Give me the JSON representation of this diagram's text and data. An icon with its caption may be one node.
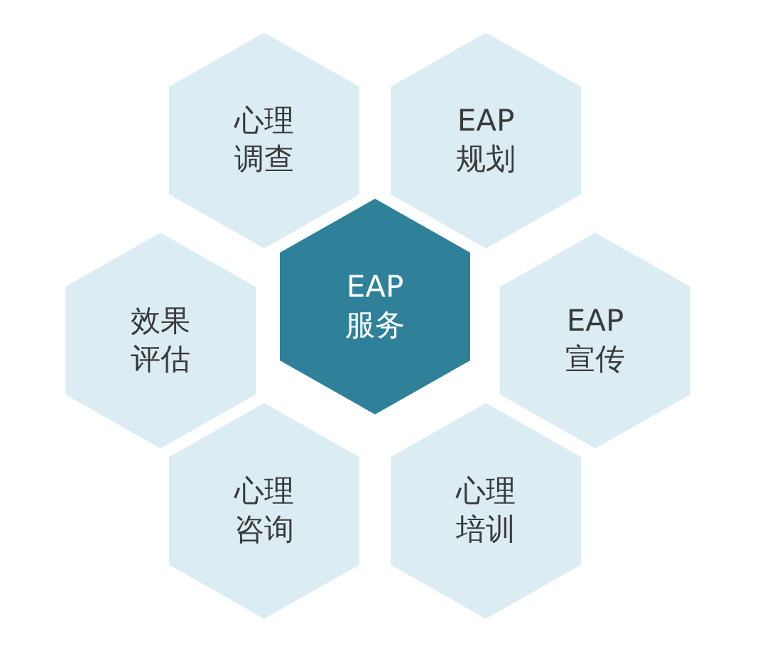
{
  "diagram": {
    "nodes": [
      {
        "text": [
          "心理调查"
        ]
      },
      {
        "text": [
          "EAP规划"
        ]
      },
      {
        "text": [
          "效果评估"
        ]
      },
      {
        "text": [
          "EAP服务"
        ]
      },
      {
        "text": [
          "EAP宣传"
        ]
      },
      {
        "text": [
          "心理咨询"
        ]
      },
      {
        "text": [
          "心理培训"
        ]
      }
    ]
  }
}
